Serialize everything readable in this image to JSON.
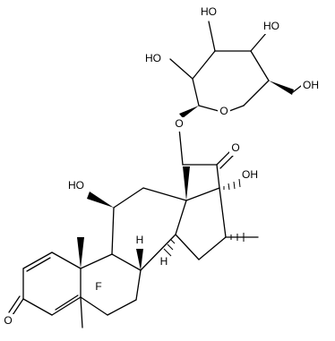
{
  "molecule": {
    "labels": {
      "oh_sugar_top_left": "HO",
      "oh_sugar_top_right": "HO",
      "oh_sugar_left": "HO",
      "oh_sugar_ch2": "OH",
      "ring_oxygen": "O",
      "glycosidic_oxygen": "O",
      "ketone_oxygen": "O",
      "oh_c17": "OH",
      "oh_c11": "HO",
      "h_c8": "H",
      "h_c14": "H",
      "fluorine": "F",
      "ketone_c3": "O"
    }
  }
}
